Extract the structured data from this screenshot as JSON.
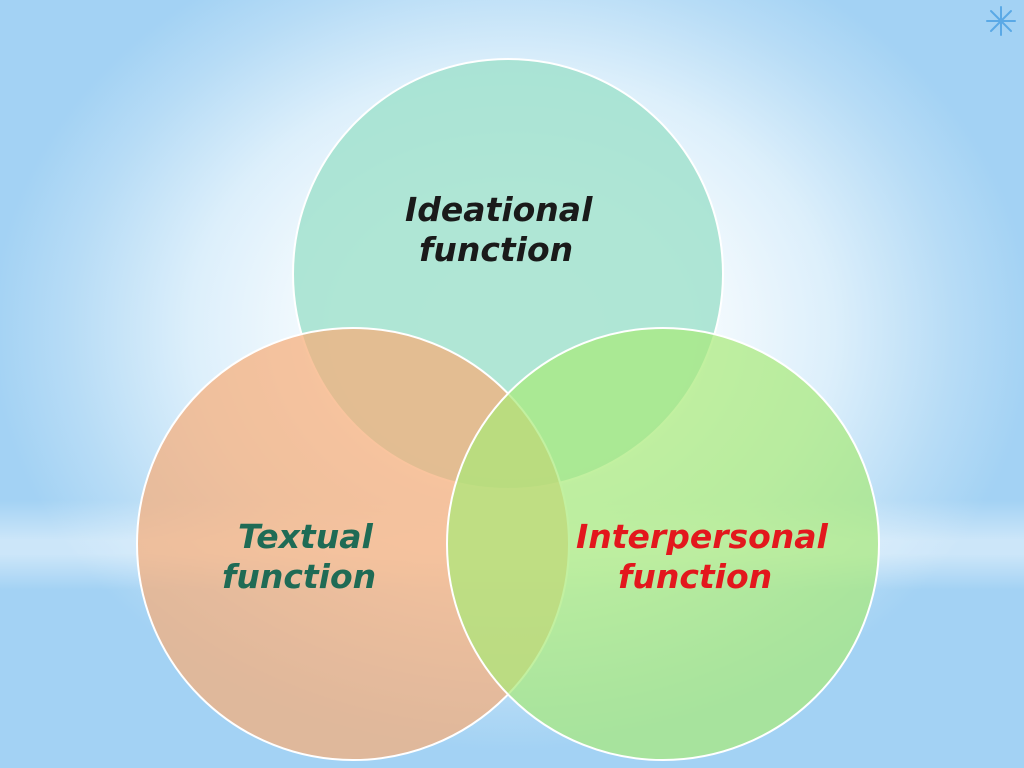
{
  "slide": {
    "background_color": "#a3d2f4",
    "corner_mark_icon": "asterisk-icon"
  },
  "diagram": {
    "type": "venn-3",
    "circles": [
      {
        "id": "ideational",
        "lines": [
          "Ideational",
          "function"
        ],
        "fill": "#9fe0cc",
        "text_color": "#1a1a1a"
      },
      {
        "id": "textual",
        "lines": [
          "Textual",
          "function"
        ],
        "fill": "#f7b98c",
        "text_color": "#1f6b55"
      },
      {
        "id": "interpersonal",
        "lines": [
          "Interpersonal",
          "function"
        ],
        "fill": "#b4ec8e",
        "text_color": "#e3171d"
      }
    ]
  }
}
